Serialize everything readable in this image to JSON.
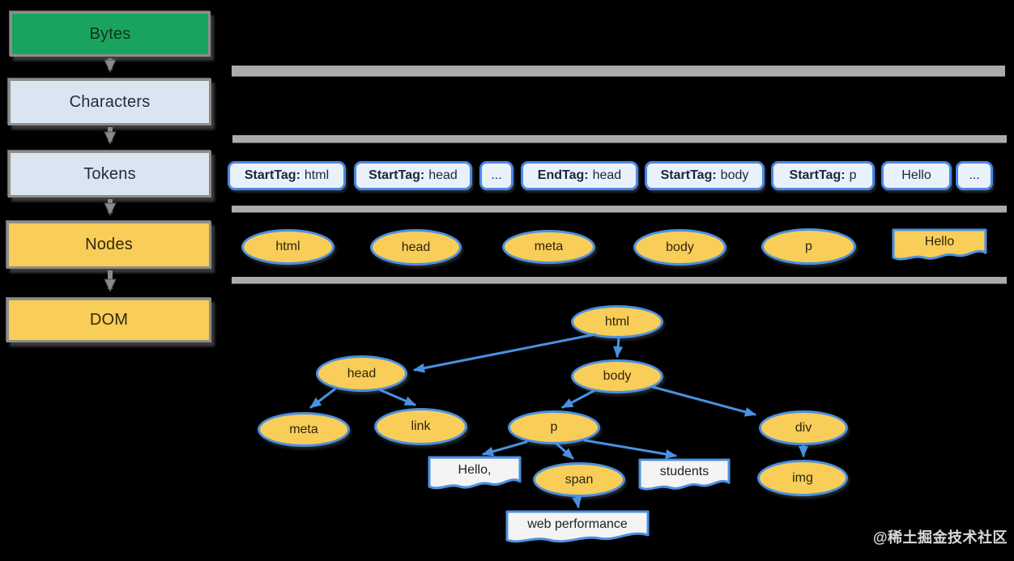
{
  "pipeline": {
    "stages": [
      {
        "label": "Bytes",
        "color": "green"
      },
      {
        "label": "Characters",
        "color": "blue"
      },
      {
        "label": "Tokens",
        "color": "blue"
      },
      {
        "label": "Nodes",
        "color": "yellow"
      },
      {
        "label": "DOM",
        "color": "yellow"
      }
    ]
  },
  "tokens_row": {
    "items": [
      {
        "prefix": "StartTag:",
        "value": "html"
      },
      {
        "prefix": "StartTag:",
        "value": "head"
      },
      {
        "prefix": "",
        "value": "..."
      },
      {
        "prefix": "EndTag:",
        "value": "head"
      },
      {
        "prefix": "StartTag:",
        "value": "body"
      },
      {
        "prefix": "StartTag:",
        "value": "p"
      },
      {
        "prefix": "",
        "value": "Hello"
      },
      {
        "prefix": "",
        "value": "..."
      }
    ]
  },
  "nodes_row": {
    "items": [
      "html",
      "head",
      "meta",
      "body",
      "p"
    ],
    "text_node": "Hello"
  },
  "dom_tree": {
    "nodes": {
      "html": "html",
      "head": "head",
      "body": "body",
      "meta": "meta",
      "link": "link",
      "p": "p",
      "div": "div",
      "span": "span",
      "img": "img"
    },
    "text_nodes": {
      "hello": "Hello,",
      "students": "students",
      "web_performance": "web performance"
    }
  },
  "watermark": {
    "text": "@稀土掘金技术社区"
  },
  "colors": {
    "background": "#000000",
    "bytes_green": "#18a45e",
    "stage_blue": "#d9e5f1",
    "node_yellow": "#f8cd58",
    "token_border": "#4a86e8",
    "arrow_blue": "#4a90e2",
    "divider_gray": "#ababab"
  }
}
